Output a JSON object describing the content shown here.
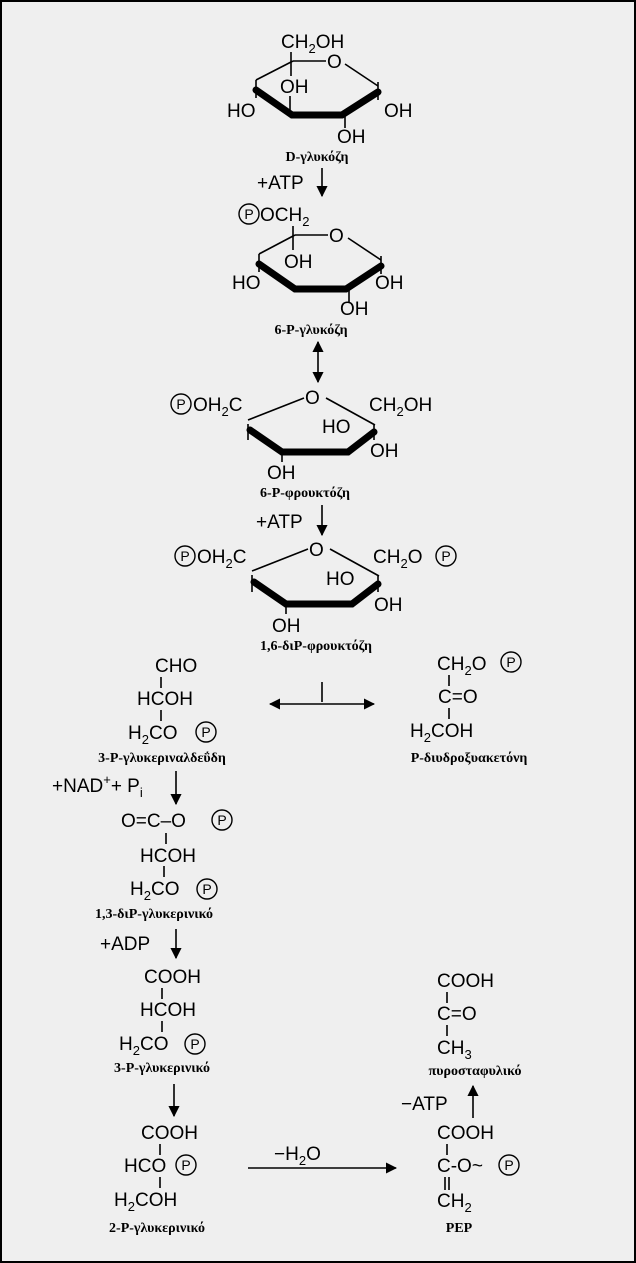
{
  "captions": {
    "glucose": "D-γλυκόζη",
    "g6p": "6-P-γλυκόζη",
    "f6p": "6-P-φρουκτόζη",
    "fbp": "1,6-διP-φρουκτόζη",
    "gap": "3-P-γλυκεριναλδεΰδη",
    "dhap": "P-διυδροξυακετόνη",
    "bpg": "1,3-διP-γλυκερινικό",
    "pg3": "3-P-γλυκερινικό",
    "pg2": "2-P-γλυκερινικό",
    "pep": "PEP",
    "pyruvate": "πυροσταφυλικό"
  },
  "reagents": {
    "atp1": "+ATP",
    "atp2": "+ATP",
    "nad": "+NAD",
    "nad_sup": "+",
    "pi_plus": "+ P",
    "pi_sub": "i",
    "adp": "+ADP",
    "h2o": "−H",
    "h2o_sub": "2",
    "h2o_o": "O",
    "atp_minus": "−ATP"
  },
  "labels": {
    "phosphate": "P",
    "ch2oh_ch": "CH",
    "ch2oh_sub": "2",
    "ch2oh_oh": "OH",
    "oh": "OH",
    "ho": "HO",
    "ring_o": "O",
    "och2": "OCH",
    "oh2c": "OH",
    "oh2c_c": "C",
    "ch2o": "CH",
    "ch2o_o": "O",
    "cho": "CHO",
    "hcoh": "HCOH",
    "h2co_h": "H",
    "h2co_co": "CO",
    "c_eq_o": "C=O",
    "h2coh_coh": "COH",
    "o_eq_c_o": "O=C–O",
    "cooh": "COOH",
    "hco": "HCO",
    "ch3": "CH",
    "ch3_sub": "3",
    "c_o": "C-O~",
    "eq": "=",
    "ch2": "CH"
  }
}
